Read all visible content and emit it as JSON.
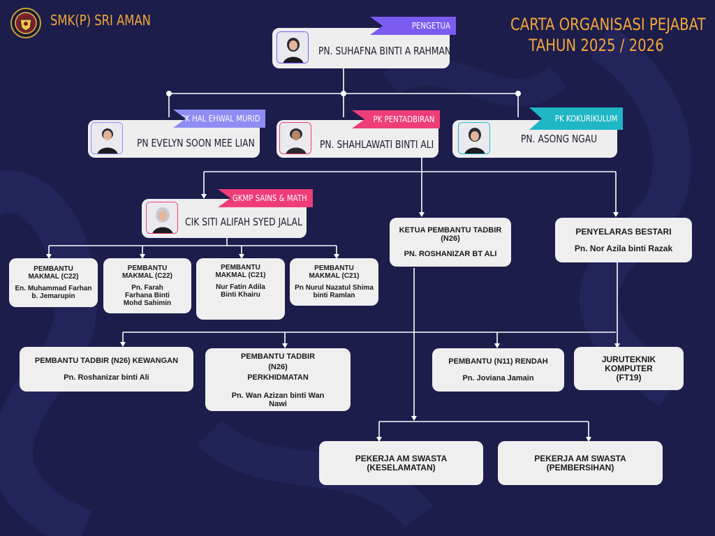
{
  "header": {
    "school_name": "SMK(P) SRI AMAN",
    "title_line1": "CARTA ORGANISASI PEJABAT",
    "title_line2": "TAHUN 2025 / 2026",
    "logo_icon": "school-crest-icon"
  },
  "colors": {
    "background": "#1c1d4b",
    "accent_orange": "#f4a63b",
    "ribbon_purple": "#7b5cf0",
    "ribbon_lavender": "#8f8cf3",
    "ribbon_pink": "#ee3d77",
    "ribbon_teal": "#1fb6c5",
    "card": "#eeeeef"
  },
  "pengetua": {
    "role": "PENGETUA",
    "name": "PN. SUHAFNA BINTI A RAHMAN"
  },
  "pk": [
    {
      "role": "PK HAL EHWAL MURID",
      "name": "PN EVELYN SOON MEE LIAN"
    },
    {
      "role": "PK PENTADBIRAN",
      "name": "PN. SHAHLAWATI BINTI ALI"
    },
    {
      "role": "PK KOKURIKULUM",
      "name": "PN. ASONG NGAU"
    }
  ],
  "gkmp": {
    "role": "GKMP SAINS & MATH",
    "name": "CIK SITI ALIFAH SYED JALAL"
  },
  "ketua_pt": {
    "title": "KETUA PEMBANTU TADBIR (N26)",
    "name": "PN. ROSHANIZAR BT ALI"
  },
  "penyelaras": {
    "title": "PENYELARAS BESTARI",
    "name": "Pn. Nor Azila binti Razak"
  },
  "makmal": [
    {
      "title": "PEMBANTU MAKMAL (C22)",
      "name": "En. Muhammad Farhan b. Jemarupin"
    },
    {
      "title": "PEMBANTU MAKMAL (C22)",
      "name": "Pn. Farah Farhana Binti Mohd Sahimin"
    },
    {
      "title": "PEMBANTU MAKMAL (C21)",
      "name": "Nur Fatin Adila Binti Khairu"
    },
    {
      "title": "PEMBANTU MAKMAL (C21)",
      "name": "Pn Nurul Nazatul Shima binti Ramlan"
    }
  ],
  "staff": [
    {
      "title": "PEMBANTU TADBIR (N26) KEWANGAN",
      "name": "Pn. Roshanizar binti Ali"
    },
    {
      "title": "PEMBANTU TADBIR (N26) PERKHIDMATAN",
      "name": "Pn. Wan Azizan binti Wan Nawi"
    },
    {
      "title": "PEMBANTU (N11) RENDAH",
      "name": "Pn. Joviana Jamain"
    },
    {
      "title": "JURUTEKNIK KOMPUTER (FT19)",
      "name": ""
    }
  ],
  "pekerja": [
    {
      "title": "PEKERJA AM SWASTA (KESELAMATAN)"
    },
    {
      "title": "PEKERJA AM SWASTA (PEMBERSIHAN)"
    }
  ]
}
